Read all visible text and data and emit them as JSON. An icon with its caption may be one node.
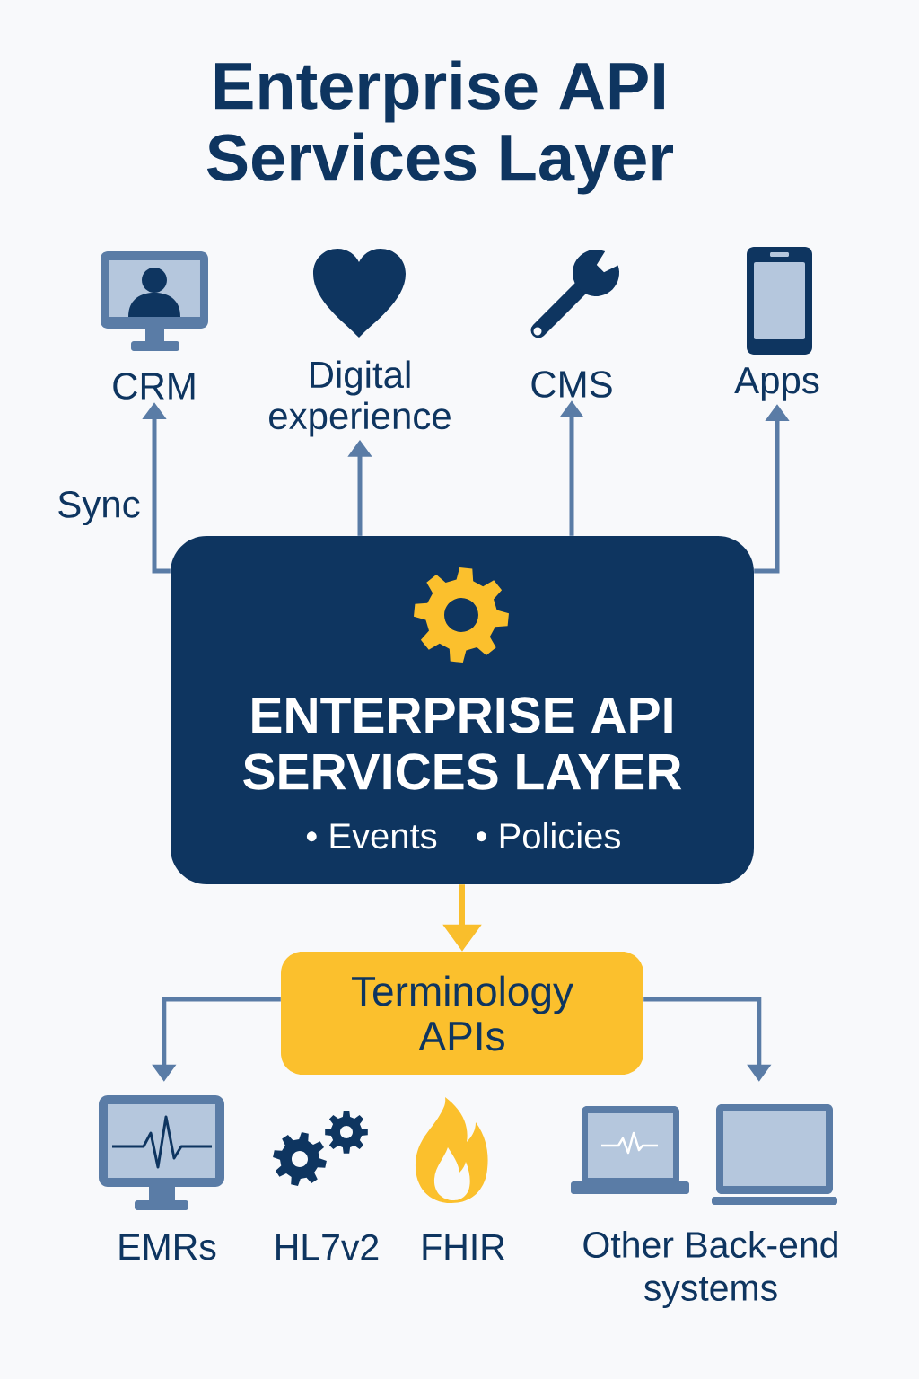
{
  "diagram": {
    "title": "Enterprise API Services Layer",
    "nodes": [
      {
        "text": [
          "CRM"
        ]
      },
      {
        "text": [
          "Digital experience"
        ]
      },
      {
        "text": [
          "CMS"
        ]
      },
      {
        "text": [
          "Apps"
        ]
      },
      {
        "text": [
          "ENTERPRISE API SERVICES LAYER",
          "• Events",
          "• Policies"
        ]
      },
      {
        "text": [
          "Terminology APIs"
        ]
      },
      {
        "text": [
          "EMRs"
        ]
      },
      {
        "text": [
          "HL7v2"
        ]
      },
      {
        "text": [
          "FHIR"
        ]
      },
      {
        "text": [
          "Other Back-end systems"
        ]
      }
    ],
    "edges": [
      {
        "from": 4,
        "to": 0,
        "arrow": "to",
        "label": "Sync"
      },
      {
        "from": 4,
        "to": 1,
        "arrow": "to"
      },
      {
        "from": 4,
        "to": 2,
        "arrow": "to"
      },
      {
        "from": 4,
        "to": 3,
        "arrow": "to"
      },
      {
        "from": 4,
        "to": 5,
        "arrow": "to",
        "color": "#f9be2c"
      },
      {
        "from": 5,
        "to": 6,
        "arrow": "to"
      },
      {
        "from": 5,
        "to": 9,
        "arrow": "to"
      }
    ]
  }
}
